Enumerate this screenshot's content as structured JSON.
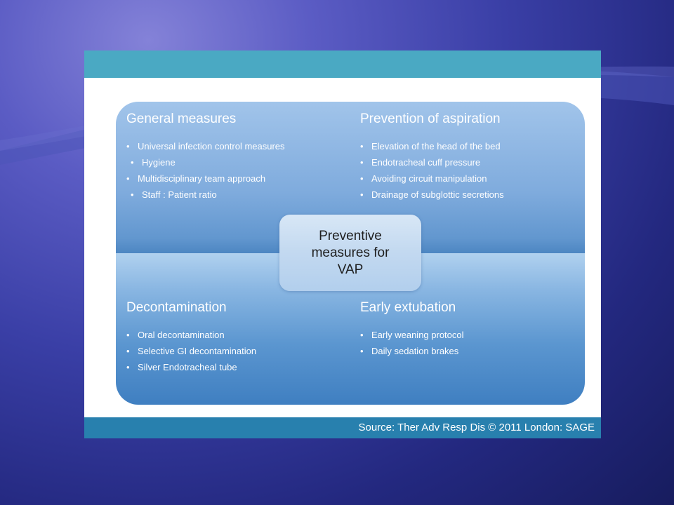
{
  "slide": {
    "source": "Source: Ther Adv Resp Dis © 2011 London: SAGE"
  },
  "diagram": {
    "center_lines": [
      "Preventive",
      "measures for",
      "VAP"
    ],
    "general": {
      "title": "General measures",
      "items": [
        {
          "text": "Universal infection control measures",
          "sub": false
        },
        {
          "text": "Hygiene",
          "sub": true
        },
        {
          "text": "Multidisciplinary team approach",
          "sub": false
        },
        {
          "text": "Staff : Patient ratio",
          "sub": true
        }
      ]
    },
    "aspiration": {
      "title": "Prevention of aspiration",
      "items": [
        {
          "text": "Elevation of the head of the bed"
        },
        {
          "text": "Endotracheal cuff pressure"
        },
        {
          "text": "Avoiding circuit manipulation"
        },
        {
          "text": "Drainage of subglottic secretions"
        }
      ]
    },
    "decontamination": {
      "title": "Decontamination",
      "items": [
        {
          "text": "Oral decontamination"
        },
        {
          "text": "Selective GI decontamination"
        },
        {
          "text": "Silver Endotracheal tube"
        }
      ]
    },
    "extubation": {
      "title": "Early extubation",
      "items": [
        {
          "text": "Early weaning protocol"
        },
        {
          "text": "Daily sedation brakes"
        }
      ]
    },
    "bullet_glyph": "•"
  },
  "colors": {
    "background": "#2a2f8a",
    "card_top_bar": "#4aa9c3",
    "card_bottom_bar": "#2880ae",
    "panel": "#5b96d0"
  }
}
